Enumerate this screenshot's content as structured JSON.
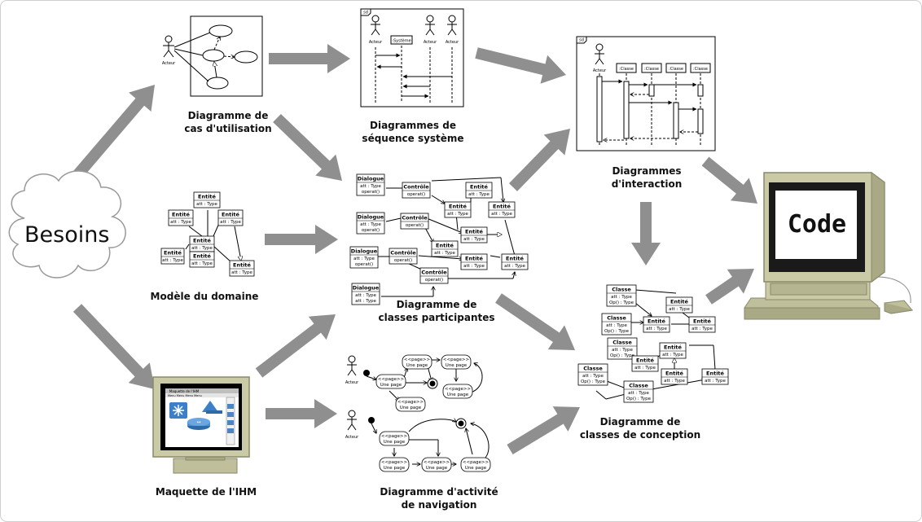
{
  "nodes": {
    "besoins": "Besoins",
    "use_case": "Diagramme de\ncas d'utilisation",
    "domain": "Modèle du domaine",
    "mockup": "Maquette de l'IHM",
    "sequence": "Diagrammes de\nséquence système",
    "participants": "Diagramme de\nclasses participantes",
    "navigation": "Diagramme d'activité\nde navigation",
    "interaction": "Diagrammes\nd'interaction",
    "design": "Diagramme de\nclasses de conception",
    "code": "Code"
  },
  "labels": {
    "actor": "Acteur",
    "system": ":Système",
    "classe_obj": ":Classe",
    "sd": "sd",
    "entity": "Entité",
    "att_type": "att : Type",
    "classe": "Classe",
    "op_type": "Op() : Type",
    "dialogue": "Dialogue",
    "controle": "Contrôle",
    "operat": "operat()",
    "page_stereo": "<<page>>",
    "page": "Une page",
    "mockup_title": "Maquette de l'IHM",
    "mockup_menu": "Menu  Menu  Menu  Menu"
  },
  "colors": {
    "arrow": "#8f8f8f",
    "computer": "#bfbf9b",
    "screen": "#000000"
  }
}
